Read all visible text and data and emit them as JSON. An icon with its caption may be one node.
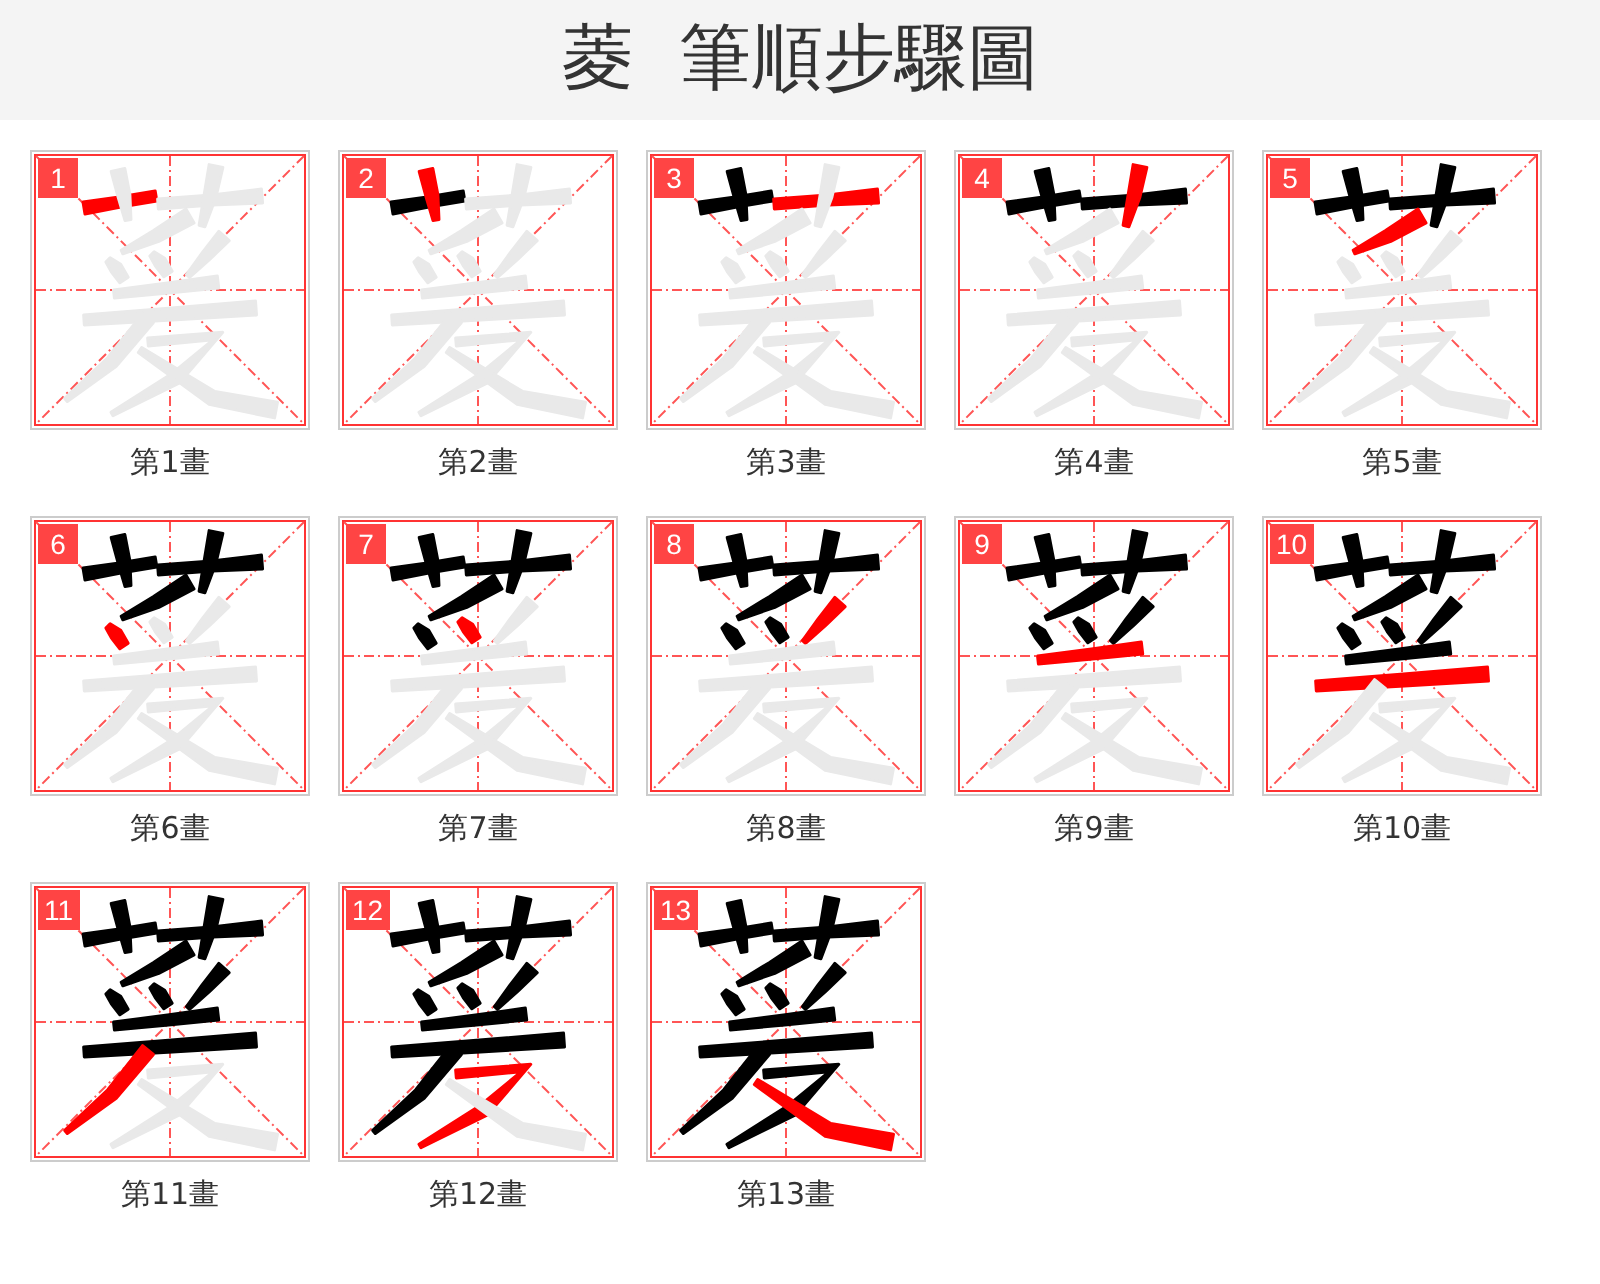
{
  "diagram": {
    "title": "菱 筆順步驟圖",
    "nodes": [
      {
        "text": [
          "1"
        ],
        "beside": [
          "第1畫"
        ]
      },
      {
        "text": [
          "2"
        ],
        "beside": [
          "第2畫"
        ]
      },
      {
        "text": [
          "3"
        ],
        "beside": [
          "第3畫"
        ]
      },
      {
        "text": [
          "4"
        ],
        "beside": [
          "第4畫"
        ]
      },
      {
        "text": [
          "5"
        ],
        "beside": [
          "第5畫"
        ]
      },
      {
        "text": [
          "6"
        ],
        "beside": [
          "第6畫"
        ]
      },
      {
        "text": [
          "7"
        ],
        "beside": [
          "第7畫"
        ]
      },
      {
        "text": [
          "8"
        ],
        "beside": [
          "第8畫"
        ]
      },
      {
        "text": [
          "9"
        ],
        "beside": [
          "第9畫"
        ]
      },
      {
        "text": [
          "10"
        ],
        "beside": [
          "第10畫"
        ]
      },
      {
        "text": [
          "11"
        ],
        "beside": [
          "第11畫"
        ]
      },
      {
        "text": [
          "12"
        ],
        "beside": [
          "第12畫"
        ]
      },
      {
        "text": [
          "13"
        ],
        "beside": [
          "第13畫"
        ]
      }
    ]
  }
}
